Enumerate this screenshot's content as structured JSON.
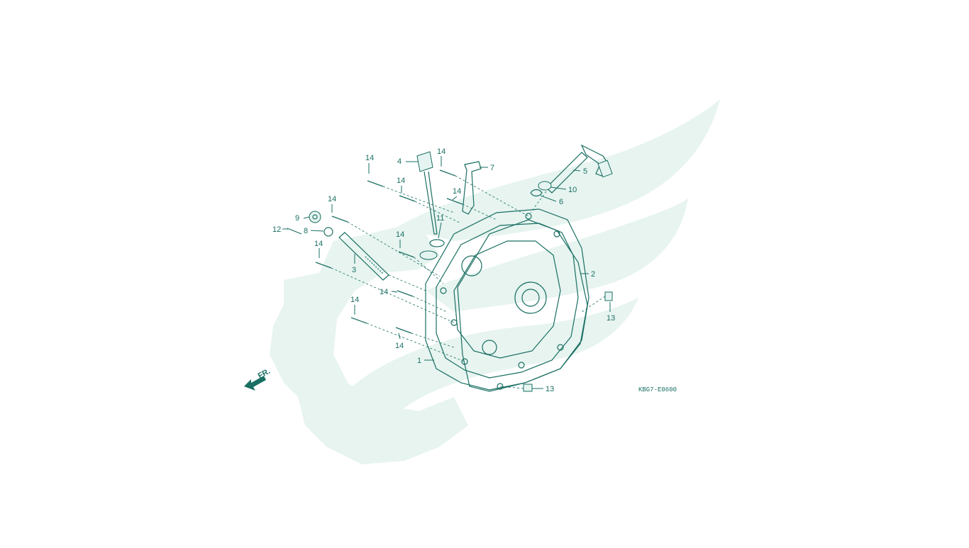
{
  "diagram": {
    "drawing_code": "KBG7-E0600",
    "front_marker": "FR.",
    "accent_color": "#1a6f63",
    "watermark_color": "#e7f4f0",
    "callouts": [
      {
        "id": "c14a",
        "label": "14"
      },
      {
        "id": "c4",
        "label": "4"
      },
      {
        "id": "c14b",
        "label": "14"
      },
      {
        "id": "c7",
        "label": "7"
      },
      {
        "id": "c14c",
        "label": "14"
      },
      {
        "id": "c14d",
        "label": "14"
      },
      {
        "id": "c11",
        "label": "11"
      },
      {
        "id": "c14e",
        "label": "14"
      },
      {
        "id": "c9",
        "label": "9"
      },
      {
        "id": "c8",
        "label": "8"
      },
      {
        "id": "c12",
        "label": "12"
      },
      {
        "id": "c14f",
        "label": "14"
      },
      {
        "id": "c14g",
        "label": "14"
      },
      {
        "id": "c3",
        "label": "3"
      },
      {
        "id": "c14h",
        "label": "14"
      },
      {
        "id": "c14i",
        "label": "14"
      },
      {
        "id": "c14j",
        "label": "14"
      },
      {
        "id": "c1",
        "label": "1"
      },
      {
        "id": "c5",
        "label": "5"
      },
      {
        "id": "c10",
        "label": "10"
      },
      {
        "id": "c6",
        "label": "6"
      },
      {
        "id": "c2",
        "label": "2"
      },
      {
        "id": "c13a",
        "label": "13"
      },
      {
        "id": "c13b",
        "label": "13"
      }
    ]
  }
}
